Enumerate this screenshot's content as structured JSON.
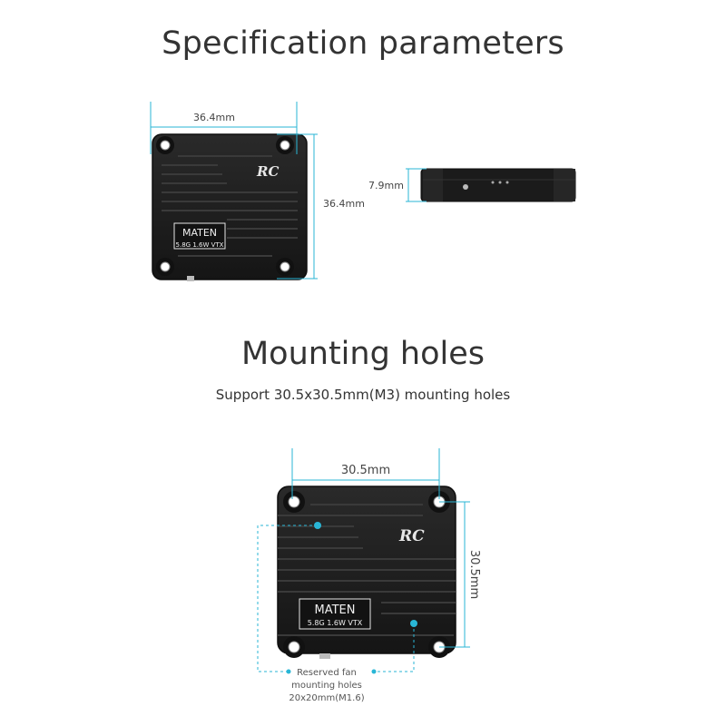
{
  "spec_section": {
    "title": "Specification parameters",
    "dim_width": "36.4mm",
    "dim_height": "36.4mm",
    "dim_thickness": "7.9mm"
  },
  "mount_section": {
    "title": "Mounting holes",
    "subtitle": "Support 30.5x30.5mm(M3) mounting holes",
    "dim_width": "30.5mm",
    "dim_height": "30.5mm",
    "fan_note_line1": "Reserved fan",
    "fan_note_line2": "mounting holes",
    "fan_note_line3": "20x20mm(M1.6)"
  },
  "product": {
    "brand": "MATEN",
    "model": "5.8G 1.6W VTX",
    "logo": "RC"
  },
  "colors": {
    "accent": "#29b6d6",
    "body": "#1c1c1c",
    "fin": "#2e2e2e",
    "text": "#333333"
  }
}
